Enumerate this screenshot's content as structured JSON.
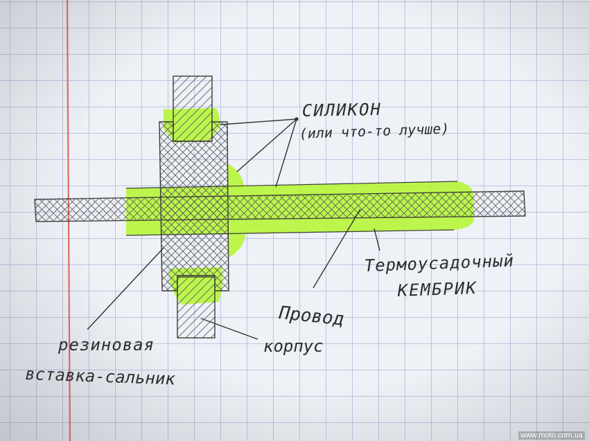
{
  "colors": {
    "highlight": "#b6f53a",
    "pencil": "#3a3a3a",
    "margin_line": "#e26a6a",
    "grid": "#7896c8"
  },
  "labels": {
    "silicone": "СИЛИКОН",
    "silicone_note": "(или что-то лучше)",
    "heatshrink_line1": "Термоусадочный",
    "heatshrink_line2": "КЕМБРИК",
    "wire": "Провод",
    "housing": "корпус",
    "gasket_line1": "резиновая",
    "gasket_line2": "вставка-сальник"
  },
  "watermark": "www.moto.com.ua"
}
